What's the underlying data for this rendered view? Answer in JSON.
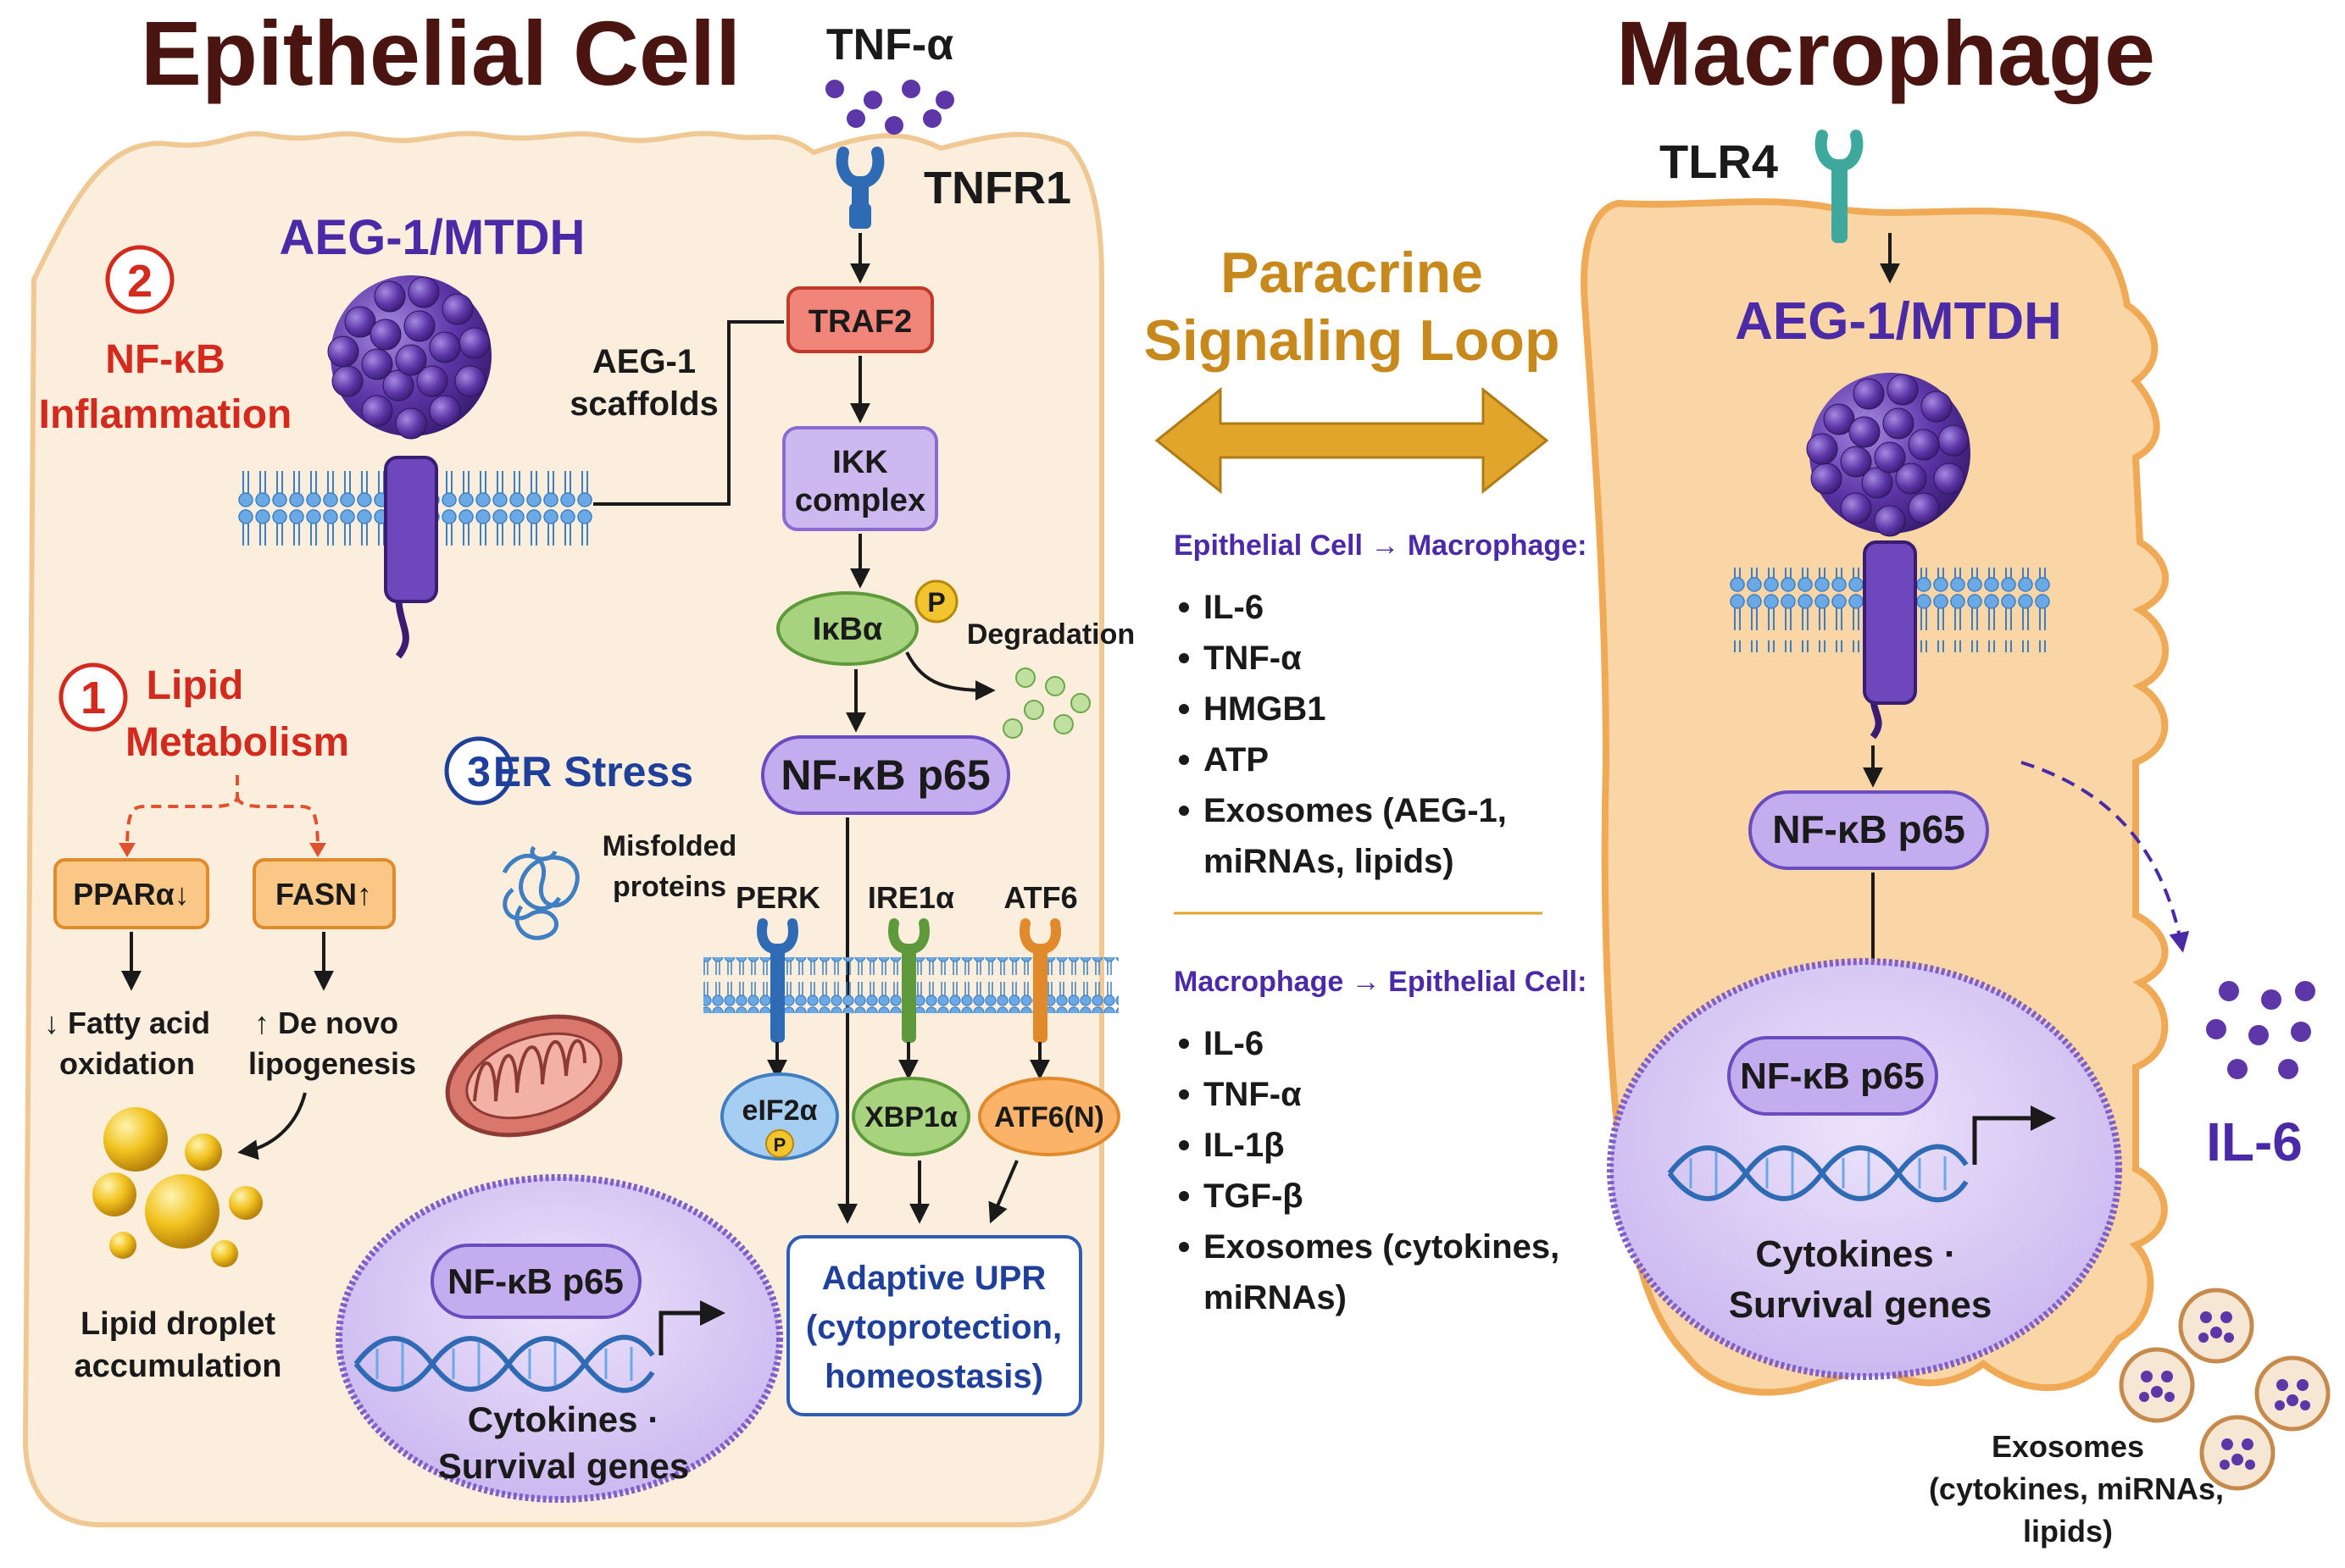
{
  "epithelial": {
    "title": "Epithelial Cell",
    "aeg_label": "AEG-1/MTDH",
    "tnf": "TNF-α",
    "tnfr1": "TNFR1",
    "traf2": "TRAF2",
    "ikk_line1": "IKK",
    "ikk_line2": "complex",
    "ikba": "IκBα",
    "phospho": "P",
    "degradation": "Degradation",
    "aeg_scaffolds_line1": "AEG-1",
    "aeg_scaffolds_line2": "scaffolds",
    "nfkb": "NF-κB p65",
    "nucleus_nfkb": "NF-κB p65",
    "nucleus_genes_line1": "Cytokines ·",
    "nucleus_genes_line2": "Survival genes",
    "section2_num": "2",
    "section2_line1": "NF-κB",
    "section2_line2": "Inflammation",
    "section1_num": "1",
    "section1_line1": "Lipid",
    "section1_line2": "Metabolism",
    "ppara": "PPARα↓",
    "fasn": "FASN↑",
    "fao_line1": "↓ Fatty acid",
    "fao_line2": "oxidation",
    "lipogenesis_line1": "↑ De novo",
    "lipogenesis_line2": "lipogenesis",
    "droplet_line1": "Lipid droplet",
    "droplet_line2": "accumulation",
    "section3_num": "3",
    "section3_label": "ER Stress",
    "misfolded_line1": "Misfolded",
    "misfolded_line2": "proteins",
    "perk": "PERK",
    "ire1a": "IRE1α",
    "atf6": "ATF6",
    "eif2a": "eIF2α",
    "xbp1": "XBP1α",
    "atf6n": "ATF6(N)",
    "upr_line1": "Adaptive UPR",
    "upr_line2": "(cytoprotection,",
    "upr_line3": "homeostasis)"
  },
  "paracrine": {
    "title_line1": "Paracrine",
    "title_line2": "Signaling Loop",
    "to_macrophage_heading": "Epithelial Cell → Macrophage:",
    "to_macrophage_items": [
      "IL-6",
      "TNF-α",
      "HMGB1",
      "ATP",
      "Exosomes (AEG-1,"
    ],
    "to_macrophage_cont": "miRNAs, lipids)",
    "to_epithelial_heading": "Macrophage → Epithelial Cell:",
    "to_epithelial_items": [
      "IL-6",
      "TNF-α",
      "IL-1β",
      "TGF-β",
      "Exosomes (cytokines,"
    ],
    "to_epithelial_cont": "miRNAs)"
  },
  "macrophage": {
    "title": "Macrophage",
    "tlr4": "TLR4",
    "aeg_label": "AEG-1/MTDH",
    "nfkb": "NF-κB p65",
    "nucleus_nfkb": "NF-κB p65",
    "genes_line1": "Cytokines ·",
    "genes_line2": "Survival genes",
    "il6": "IL-6",
    "exosomes_line1": "Exosomes",
    "exosomes_line2": "(cytokines, miRNAs,",
    "exosomes_line3": "lipids)"
  },
  "colors": {
    "title_dark": "#4a1410",
    "purple_label": "#4b2aa8",
    "red_label": "#d42a1e",
    "navy_label": "#1e3f9a",
    "gold_arrow": "#d9a021",
    "paracrine_title": "#c8891c",
    "cell_fill_epi": "#fbeedd",
    "cell_fill_mac": "#fad6a6",
    "membrane_purple": "#9b7fd0"
  }
}
